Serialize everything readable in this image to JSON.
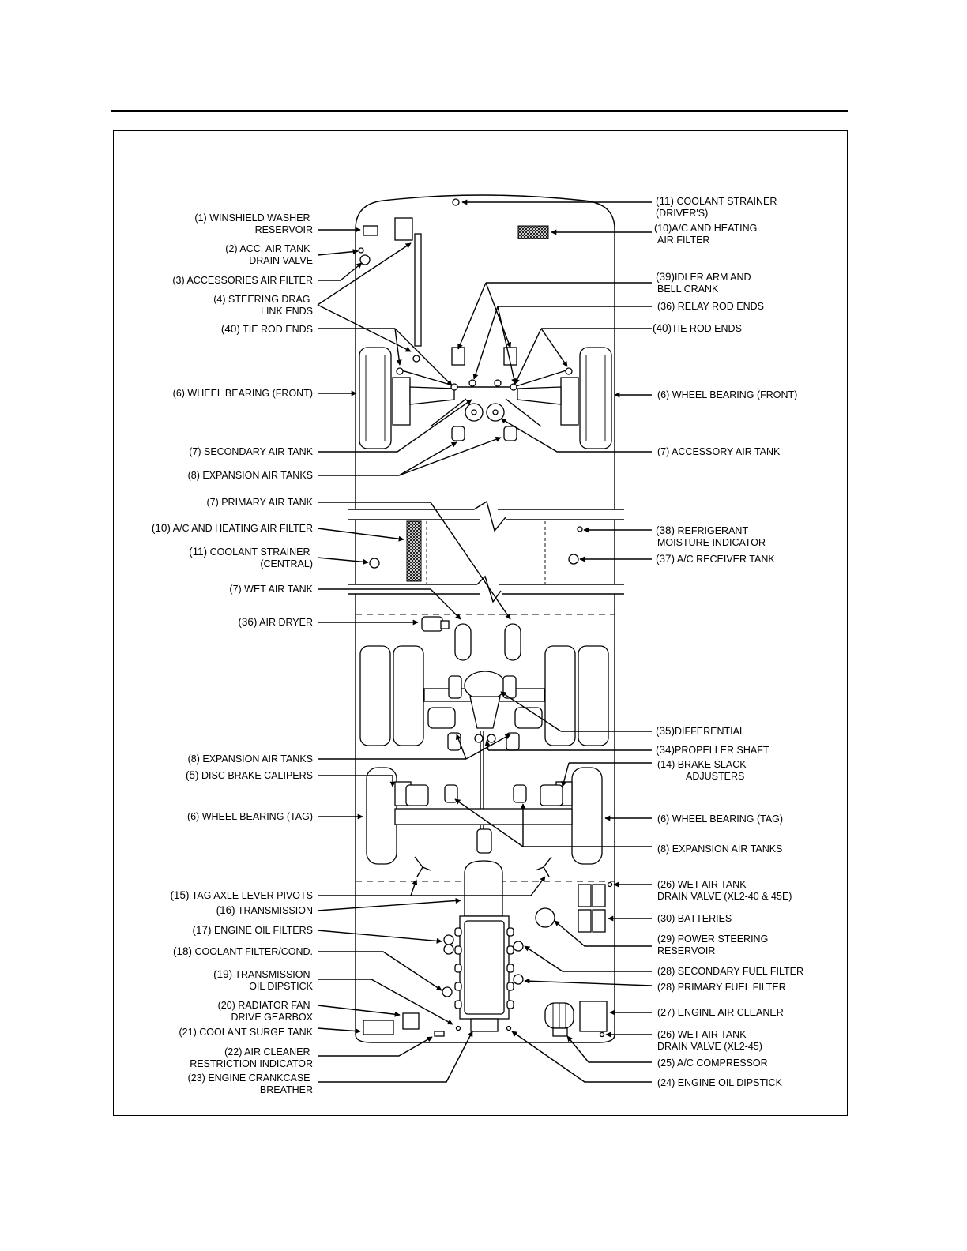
{
  "figure": {
    "labels": {
      "l1": {
        "num": "(1)",
        "text": [
          "WINSHIELD WASHER",
          "RESERVOIR"
        ]
      },
      "l2": {
        "num": "(2)",
        "text": [
          "ACC. AIR TANK",
          "DRAIN VALVE"
        ]
      },
      "l3": {
        "num": "(3)",
        "text": [
          "ACCESSORIES AIR FILTER"
        ]
      },
      "l4": {
        "num": "(4)",
        "text": [
          "STEERING DRAG",
          "LINK ENDS"
        ]
      },
      "l40a": {
        "num": "(40)",
        "text": [
          "TIE ROD ENDS"
        ]
      },
      "l6a": {
        "num": "(6)",
        "text": [
          "WHEEL BEARING (FRONT)"
        ]
      },
      "l7a": {
        "num": "(7)",
        "text": [
          "SECONDARY AIR TANK"
        ]
      },
      "l8a": {
        "num": "(8)",
        "text": [
          "EXPANSION AIR TANKS"
        ]
      },
      "l7b": {
        "num": "(7)",
        "text": [
          "PRIMARY AIR TANK"
        ]
      },
      "l10b": {
        "num": "(10)",
        "text": [
          "A/C AND HEATING AIR FILTER"
        ]
      },
      "l11b": {
        "num": "(11)",
        "text": [
          "COOLANT STRAINER",
          "(CENTRAL)"
        ]
      },
      "l7c": {
        "num": "(7)",
        "text": [
          "WET AIR TANK"
        ]
      },
      "l36b": {
        "num": "(36)",
        "text": [
          "AIR DRYER"
        ]
      },
      "l8b": {
        "num": "(8)",
        "text": [
          "EXPANSION AIR TANKS"
        ]
      },
      "l5": {
        "num": "(5)",
        "text": [
          "DISC BRAKE CALIPERS"
        ]
      },
      "l6c": {
        "num": "(6)",
        "text": [
          "WHEEL BEARING (TAG)"
        ]
      },
      "l15": {
        "num": "(15)",
        "text": [
          "TAG AXLE LEVER PIVOTS"
        ]
      },
      "l16": {
        "num": "(16)",
        "text": [
          "TRANSMISSION"
        ]
      },
      "l17": {
        "num": "(17)",
        "text": [
          "ENGINE OIL FILTERS"
        ]
      },
      "l18": {
        "num": "(18)",
        "text": [
          "COOLANT FILTER/COND."
        ]
      },
      "l19": {
        "num": "(19)",
        "text": [
          "TRANSMISSION",
          "OIL DIPSTICK"
        ]
      },
      "l20": {
        "num": "(20)",
        "text": [
          "RADIATOR FAN",
          "DRIVE GEARBOX"
        ]
      },
      "l21": {
        "num": "(21)",
        "text": [
          "COOLANT SURGE TANK"
        ]
      },
      "l22": {
        "num": "(22)",
        "text": [
          "AIR CLEANER",
          "RESTRICTION INDICATOR"
        ]
      },
      "l23": {
        "num": "(23)",
        "text": [
          "ENGINE CRANKCASE",
          "BREATHER"
        ]
      },
      "r11": {
        "num": "(11)",
        "text": [
          "COOLANT STRAINER",
          "(DRIVER'S)"
        ]
      },
      "r10": {
        "num": "(10)",
        "text": [
          "A/C AND HEATING",
          "AIR FILTER"
        ]
      },
      "r39": {
        "num": "(39)",
        "text": [
          "IDLER ARM AND",
          "BELL CRANK"
        ]
      },
      "r36": {
        "num": "(36)",
        "text": [
          "RELAY ROD ENDS"
        ]
      },
      "r40": {
        "num": "(40)",
        "text": [
          "TIE ROD ENDS"
        ]
      },
      "r6a": {
        "num": "(6)",
        "text": [
          "WHEEL BEARING (FRONT)"
        ]
      },
      "r7": {
        "num": "(7)",
        "text": [
          "ACCESSORY AIR TANK"
        ]
      },
      "r38": {
        "num": "(38)",
        "text": [
          "REFRIGERANT",
          "MOISTURE INDICATOR"
        ]
      },
      "r37": {
        "num": "(37)",
        "text": [
          "A/C RECEIVER TANK"
        ]
      },
      "r35": {
        "num": "(35)",
        "text": [
          "DIFFERENTIAL"
        ]
      },
      "r34": {
        "num": "(34)",
        "text": [
          "PROPELLER SHAFT"
        ]
      },
      "r14": {
        "num": "(14)",
        "text": [
          "BRAKE SLACK",
          "ADJUSTERS"
        ]
      },
      "r6c": {
        "num": "(6)",
        "text": [
          "WHEEL BEARING (TAG)"
        ]
      },
      "r8": {
        "num": "(8)",
        "text": [
          "EXPANSION AIR TANKS"
        ]
      },
      "r26a": {
        "num": "(26)",
        "text": [
          "WET AIR TANK",
          "DRAIN VALVE (XL2-40 & 45E)"
        ]
      },
      "r30": {
        "num": "(30)",
        "text": [
          "BATTERIES"
        ]
      },
      "r29": {
        "num": "(29)",
        "text": [
          "POWER STEERING",
          "RESERVOIR"
        ]
      },
      "r28a": {
        "num": "(28)",
        "text": [
          "SECONDARY FUEL FILTER"
        ]
      },
      "r28b": {
        "num": "(28)",
        "text": [
          "PRIMARY FUEL FILTER"
        ]
      },
      "r27": {
        "num": "(27)",
        "text": [
          "ENGINE AIR CLEANER"
        ]
      },
      "r26b": {
        "num": "(26)",
        "text": [
          "WET AIR TANK",
          "DRAIN VALVE (XL2-45)"
        ]
      },
      "r25": {
        "num": "(25)",
        "text": [
          "A/C COMPRESSOR"
        ]
      },
      "r24": {
        "num": "(24)",
        "text": [
          "ENGINE OIL DIPSTICK"
        ]
      }
    }
  }
}
